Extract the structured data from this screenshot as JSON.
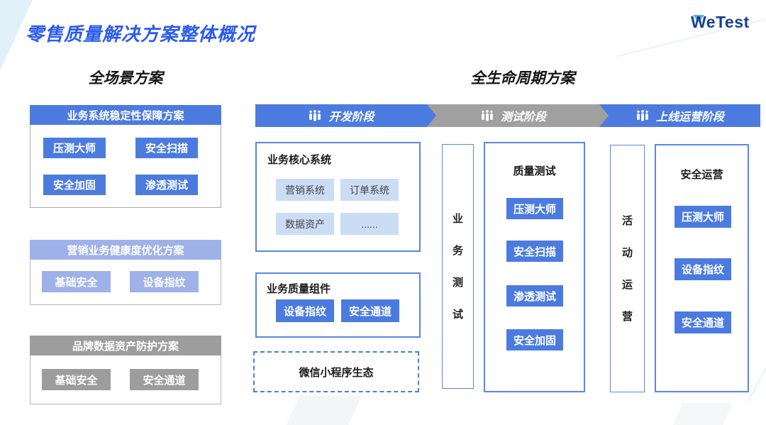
{
  "title": "零售质量解决方案整体概况",
  "logo": {
    "text": "WeTest"
  },
  "left": {
    "heading": "全场景方案",
    "cards": [
      {
        "title": "业务系统稳定性保障方案",
        "theme": "blue",
        "items": [
          "压测大师",
          "安全扫描",
          "安全加固",
          "渗透测试"
        ]
      },
      {
        "title": "营销业务健康度优化方案",
        "theme": "periwinkle",
        "items": [
          "基础安全",
          "设备指纹"
        ]
      },
      {
        "title": "品牌数据资产防护方案",
        "theme": "gray",
        "items": [
          "基础安全",
          "安全通道"
        ]
      }
    ]
  },
  "right": {
    "heading": "全生命周期方案",
    "phases": [
      {
        "label": "开发阶段",
        "theme": "blue",
        "icon": "team-icon"
      },
      {
        "label": "测试阶段",
        "theme": "gray",
        "icon": "team-icon"
      },
      {
        "label": "上线运营阶段",
        "theme": "blue",
        "icon": "team-icon"
      }
    ],
    "core": {
      "title": "业务核心系统",
      "chips": [
        "营销系统",
        "订单系统",
        "数据资产",
        "......"
      ]
    },
    "components": {
      "title": "业务质量组件",
      "buttons": [
        "设备指纹",
        "安全通道"
      ]
    },
    "ecosystem": {
      "label": "微信小程序生态"
    },
    "test": {
      "vertical": "业务测试",
      "box": {
        "title": "质量测试",
        "buttons": [
          "压测大师",
          "安全扫描",
          "渗透测试",
          "安全加固"
        ]
      }
    },
    "ops": {
      "vertical": "活动运营",
      "box": {
        "title": "安全运营",
        "buttons": [
          "压测大师",
          "设备指纹",
          "安全通道"
        ]
      }
    }
  },
  "colors": {
    "title_blue": "#2b5bee",
    "primary_blue": "#4c7be0",
    "periwinkle": "#9fb1e9",
    "gray": "#a0a0a0",
    "chip_light_blue": "#cbddf5",
    "panel_border_blue": "#5b86e3",
    "logo_navy": "#16418f"
  }
}
